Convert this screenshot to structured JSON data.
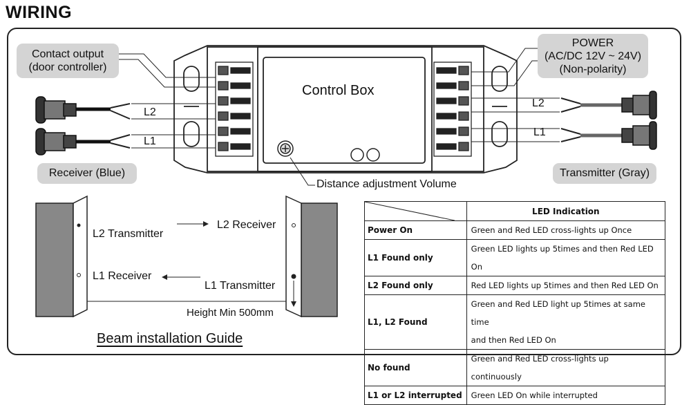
{
  "title": "WIRING",
  "wiring": {
    "contact_output": [
      "Contact output",
      "(door controller)"
    ],
    "power": [
      "POWER",
      "(AC/DC 12V ~ 24V)",
      "(Non-polarity)"
    ],
    "control_box": "Control Box",
    "receiver": "Receiver (Blue)",
    "transmitter": "Transmitter (Gray)",
    "left_l2": "L2",
    "left_l1": "L1",
    "right_l2": "L2",
    "right_l1": "L1",
    "distance_volume": "Distance adjustment Volume"
  },
  "beam_guide": {
    "l2_transmitter": "L2 Transmitter",
    "l2_receiver": "L2 Receiver",
    "l1_receiver": "L1 Receiver",
    "l1_transmitter": "L1 Transmitter",
    "height": "Height Min 500mm",
    "caption": "Beam installation Guide"
  },
  "led_table": {
    "header": "LED Indication",
    "rows": [
      {
        "key": "Power On",
        "value": "Green and Red LED cross-lights up Once"
      },
      {
        "key": "L1 Found only",
        "value": "Green LED lights up 5times and then Red LED On"
      },
      {
        "key": "L2 Found only",
        "value": "Red LED lights up 5times and then Red LED On"
      },
      {
        "key": "L1, L2 Found",
        "value": "Green and Red LED light up 5times at same time",
        "value2": "and then Red LED On"
      },
      {
        "key": "No found",
        "value": "Green and Red LED cross-lights up continuously"
      },
      {
        "key": "L1 or L2 interrupted",
        "value": "Green LED On while interrupted"
      }
    ]
  }
}
